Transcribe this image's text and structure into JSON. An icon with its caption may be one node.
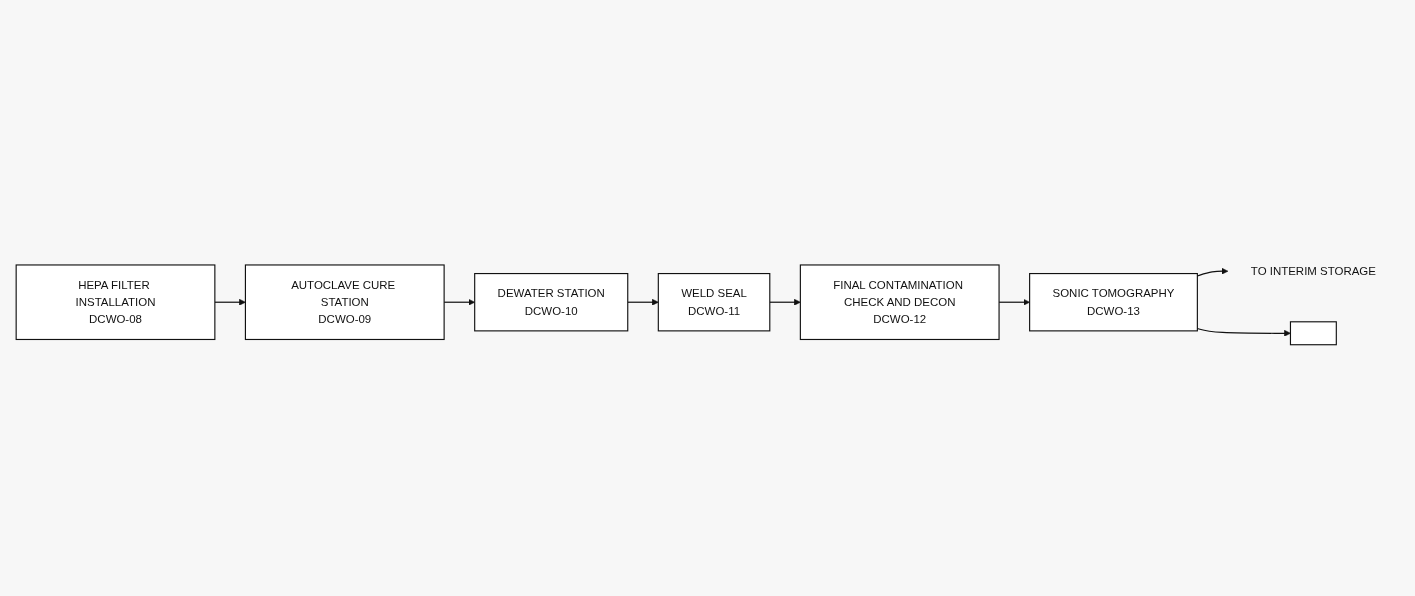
{
  "diagram": {
    "nodes": [
      {
        "text": [
          "HEPA FILTER INSTALLATION",
          "DCWO-08"
        ]
      },
      {
        "text": [
          "AUTOCLAVE CURE STATION",
          "DCWO-09"
        ]
      },
      {
        "text": [
          "DEWATER STATION",
          "DCWO-10"
        ]
      },
      {
        "text": [
          "WELD SEAL",
          "DCWO-11"
        ]
      },
      {
        "text": [
          "FINAL CONTAMINATION CHECK AND DECON",
          "DCWO-12"
        ]
      },
      {
        "text": [
          "SONIC TOMOGRAPHY",
          "DCWO-13"
        ]
      },
      {
        "text": [
          "TO INTERIM STORAGE"
        ]
      },
      {
        "text": [],
        "shape": "box"
      }
    ],
    "edges": [
      {
        "from": 0,
        "to": 1,
        "arrow": "to"
      },
      {
        "from": 1,
        "to": 2,
        "arrow": "to"
      },
      {
        "from": 2,
        "to": 3,
        "arrow": "to"
      },
      {
        "from": 3,
        "to": 4,
        "arrow": "to"
      },
      {
        "from": 4,
        "to": 5,
        "arrow": "to"
      },
      {
        "from": 5,
        "to": 6,
        "arrow": "to"
      },
      {
        "from": 5,
        "to": 7,
        "arrow": "to"
      }
    ]
  }
}
